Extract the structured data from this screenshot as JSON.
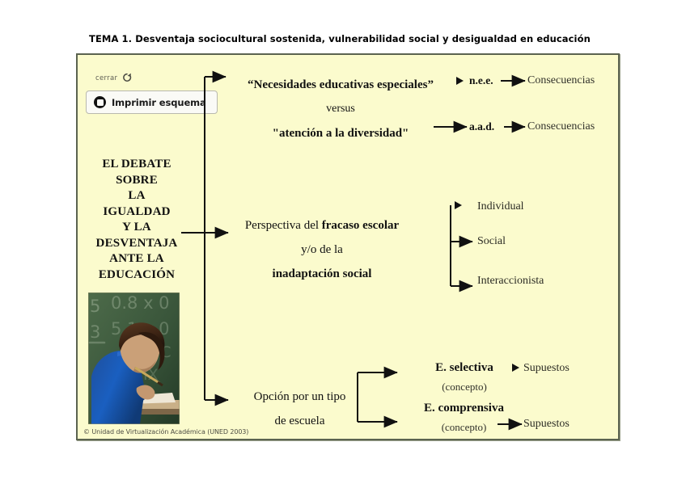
{
  "page": {
    "title": "TEMA 1. Desventaja sociocultural sostenida, vulnerabilidad social y desigualdad en educación",
    "panel_bg": "#fbfbcd",
    "panel_border": "#5b6350"
  },
  "controls": {
    "close_label": "cerrar",
    "close_icon": "reload-circular-arrow-icon",
    "print_label": "Imprimir esquema",
    "print_icon": "printer-stop-icon"
  },
  "sidebar": {
    "heading": "EL DEBATE\nSOBRE\nLA\nIGUALDAD\nY LA\nDESVENTAJA\nANTE LA\nEDUCACIÓN",
    "photo_alt": "student-writing-at-desk-photo",
    "copyright": "© Unidad de Virtualización Académica (UNED 2003)"
  },
  "branches": {
    "top": {
      "title_line1": "“Necesidades educativas especiales”",
      "title_line2": "versus",
      "title_line3": "\"atención a la diversidad\"",
      "items": [
        {
          "abbr": "n.e.e.",
          "result": "Consecuencias"
        },
        {
          "abbr": "a.a.d.",
          "result": "Consecuencias"
        }
      ]
    },
    "middle": {
      "text_line1_prefix": "Perspectiva del ",
      "text_line1_strong": "fracaso escolar",
      "text_line2": "y/o de la",
      "text_line3_strong": "inadaptación social",
      "outcomes": [
        "Individual",
        "Social",
        "Interaccionista"
      ]
    },
    "bottom": {
      "text_line1": "Opción por un tipo",
      "text_line2": "de escuela",
      "options": [
        {
          "name": "E. selectiva",
          "note": "(concepto)",
          "result": "Supuestos"
        },
        {
          "name": "E. comprensiva",
          "note": "(concepto)",
          "result": "Supuestos"
        }
      ]
    }
  }
}
